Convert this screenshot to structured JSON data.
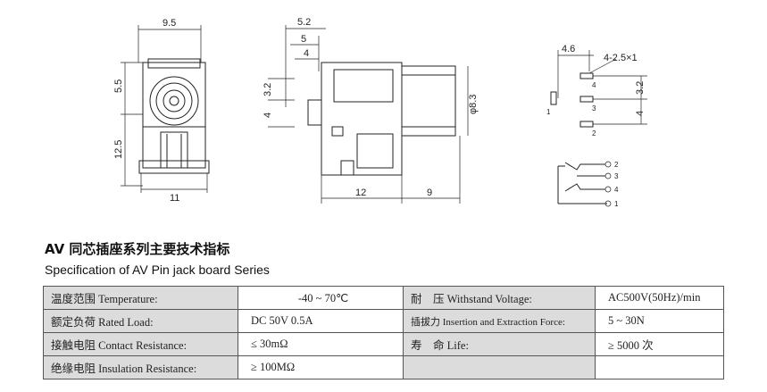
{
  "drawing": {
    "front_view": {
      "width_top": "9.5",
      "height_upper": "5.5",
      "height_lower": "12.5",
      "width_bottom": "11"
    },
    "side_view": {
      "dim_a": "5.2",
      "dim_b": "5",
      "dim_c": "4",
      "dim_left_upper": "3.2",
      "dim_left_lower": "4",
      "diameter": "φ8.3",
      "length_body": "12",
      "length_barrel": "9"
    },
    "pcb_layout": {
      "spacing": "4.6",
      "pad_spec": "4-2.5×1",
      "dim_upper": "3.2",
      "dim_lower": "4",
      "pin_labels": [
        "4",
        "1",
        "3",
        "2"
      ]
    },
    "schematic": {
      "pin_labels": [
        "2",
        "3",
        "4",
        "1"
      ]
    }
  },
  "title_cn": "AV 同芯插座系列主要技术指标",
  "title_en": "Specification of AV Pin jack board Series",
  "spec_rows": [
    {
      "l_label": "温度范围 Temperature:",
      "l_value": "-40 ~ 70℃",
      "r_label": "耐　压 Withstand Voltage:",
      "r_value": "AC500V(50Hz)/min"
    },
    {
      "l_label": "额定负荷 Rated Load:",
      "l_value": "DC 50V 0.5A",
      "r_label": "插拔力 Insertion and Extraction Force:",
      "r_value": "5 ~ 30N"
    },
    {
      "l_label": "接触电阻 Contact Resistance:",
      "l_value": "≤ 30mΩ",
      "r_label": "寿　命 Life:",
      "r_value": "≥ 5000 次"
    },
    {
      "l_label": "绝缘电阻 Insulation Resistance:",
      "l_value": "≥ 100MΩ",
      "r_label": "",
      "r_value": ""
    }
  ]
}
